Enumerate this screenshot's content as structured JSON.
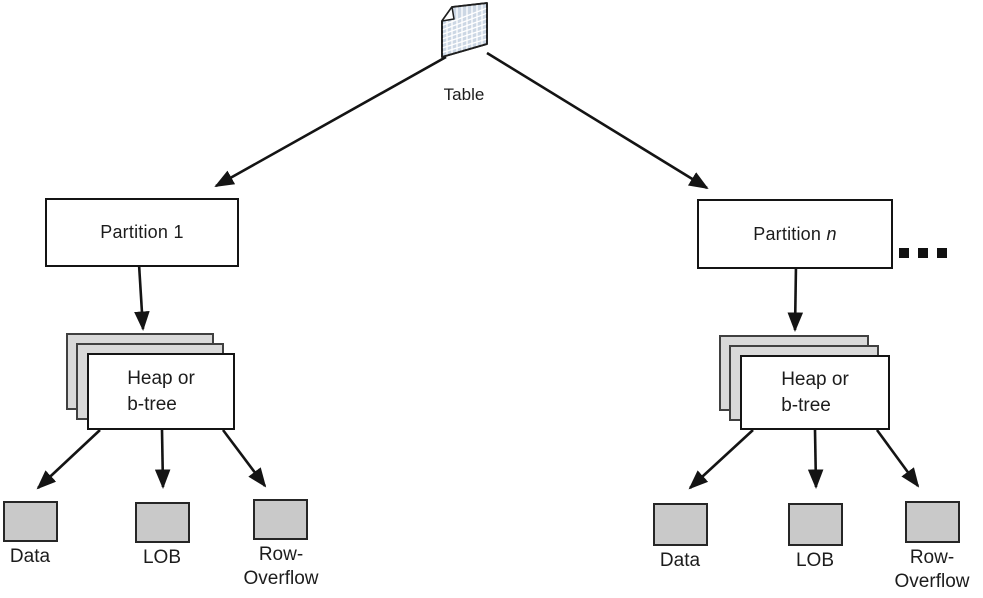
{
  "root": {
    "label": "Table",
    "icon": "table-grid-icon"
  },
  "ellipsis_after_partition_n": "...",
  "branches": [
    {
      "partition": {
        "name": "Partition",
        "index": "1",
        "index_class": "pindex"
      },
      "heap": {
        "label": "Heap or\nb-tree"
      },
      "leaves": [
        {
          "label": "Data"
        },
        {
          "label": "LOB"
        },
        {
          "label": "Row-\nOverflow"
        }
      ]
    },
    {
      "partition": {
        "name": "Partition",
        "index": "n",
        "index_class": "pindex italic"
      },
      "heap": {
        "label": "Heap or\nb-tree"
      },
      "leaves": [
        {
          "label": "Data"
        },
        {
          "label": "LOB"
        },
        {
          "label": "Row-\nOverflow"
        }
      ]
    }
  ],
  "colors": {
    "line": "#141414",
    "partition_box_fill": "#ffffff",
    "heap_front_fill": "#ffffff",
    "heap_stack_fill": "#d9d9d9",
    "leaf_fill": "#c9c9c9",
    "table_icon_cell_fill": "#ccd7e4",
    "text": "#1c1c1c"
  }
}
